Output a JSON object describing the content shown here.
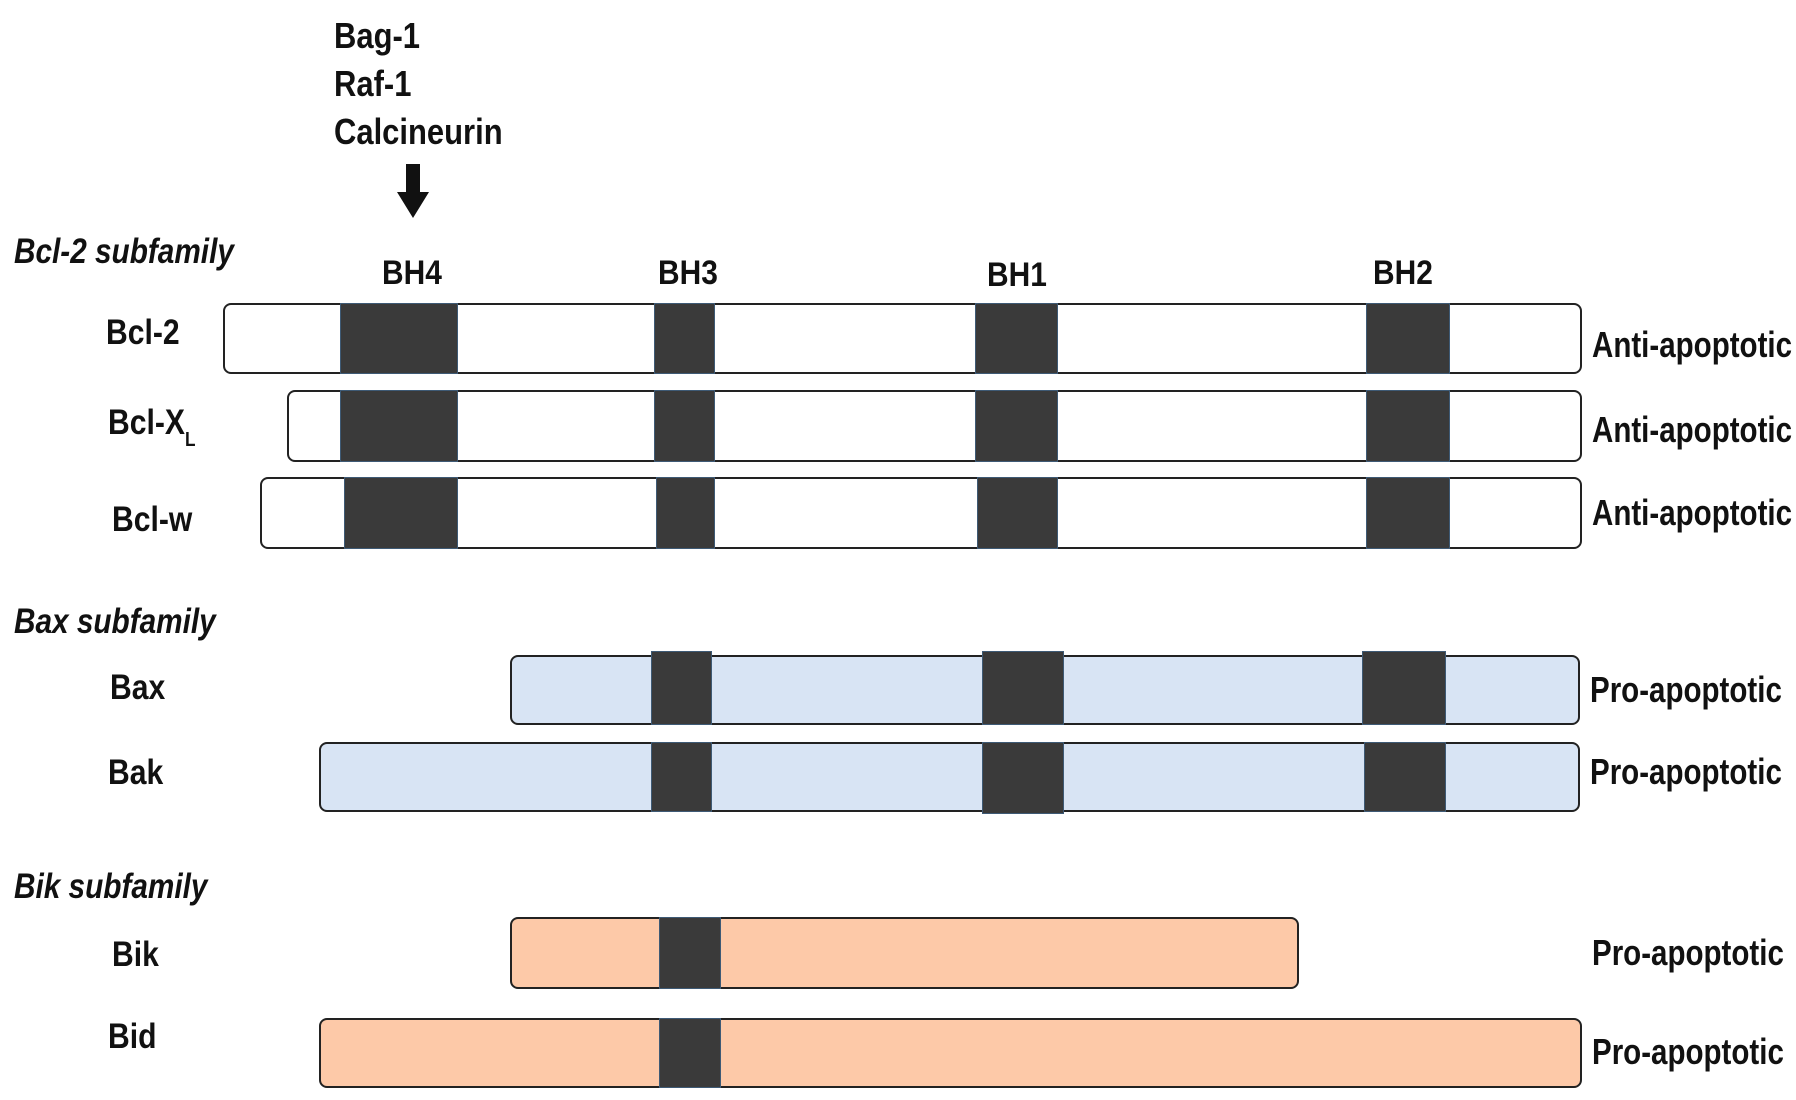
{
  "binders": [
    "Bag-1",
    "Raf-1",
    "Calcineurin"
  ],
  "domain_labels": {
    "bh4": "BH4",
    "bh3": "BH3",
    "bh1": "BH1",
    "bh2": "BH2"
  },
  "sections": {
    "bcl2": "Bcl-2 subfamily",
    "bax": "Bax subfamily",
    "bik": "Bik subfamily"
  },
  "proteins": {
    "bcl2": {
      "name": "Bcl-2",
      "function": "Anti-apoptotic"
    },
    "bclxl": {
      "name": "Bcl-X",
      "subscript": "L",
      "function": "Anti-apoptotic"
    },
    "bclw": {
      "name": "Bcl-w",
      "function": "Anti-apoptotic"
    },
    "bax": {
      "name": "Bax",
      "function": "Pro-apoptotic"
    },
    "bak": {
      "name": "Bak",
      "function": "Pro-apoptotic"
    },
    "bik": {
      "name": "Bik",
      "function": "Pro-apoptotic"
    },
    "bid": {
      "name": "Bid",
      "function": "Pro-apoptotic"
    }
  },
  "colors": {
    "anti_apoptotic_bar": "#ffffff",
    "bax_subfamily_bar": "#d8e4f4",
    "bik_subfamily_bar": "#fdc9a8",
    "domain_box": "#3a3a3a"
  },
  "icons": {
    "binding_arrow": "down-arrow-icon"
  }
}
